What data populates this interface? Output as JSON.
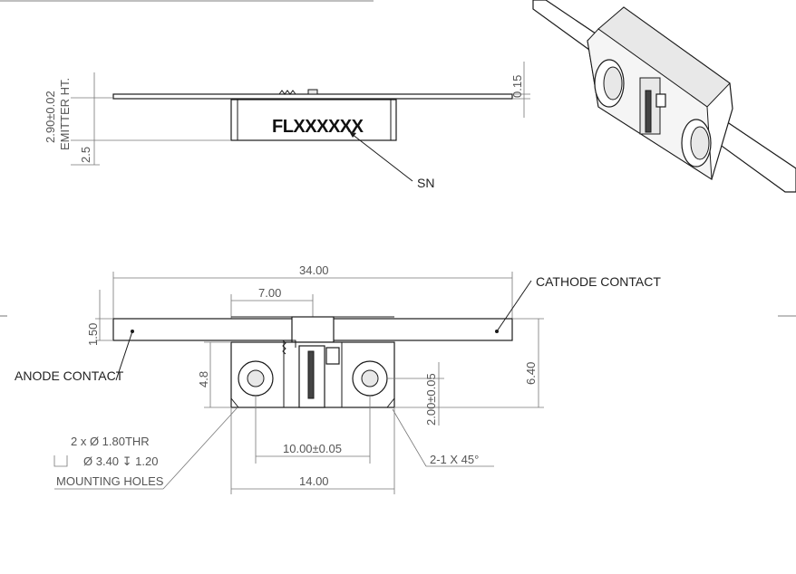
{
  "top_view": {
    "serial_marking": "FLXXXXXX",
    "sn_label": "SN",
    "dim_emitter_height": "2.90±0.02",
    "dim_emitter_caption": "EMITTER HT.",
    "dim_body_height": "2.5",
    "dim_contact_thickness": "0.15"
  },
  "front_view": {
    "dim_overall_width": "34.00",
    "dim_center_offset": "7.00",
    "dim_contact_height": "1.50",
    "dim_body_height": "4.8",
    "dim_overall_height": "6.40",
    "dim_hole_height": "2.00±0.05",
    "dim_hole_spacing": "10.00±0.05",
    "dim_body_width": "14.00",
    "cathode_label": "CATHODE CONTACT",
    "anode_label": "ANODE CONTACT",
    "chamfer_label": "2-1 X 45°",
    "holes_line1": "2 x Ø 1.80THR",
    "holes_line2": "Ø 3.40 ↧ 1.20",
    "holes_line3": "MOUNTING HOLES"
  },
  "iso_view": {
    "description_visible": ""
  }
}
